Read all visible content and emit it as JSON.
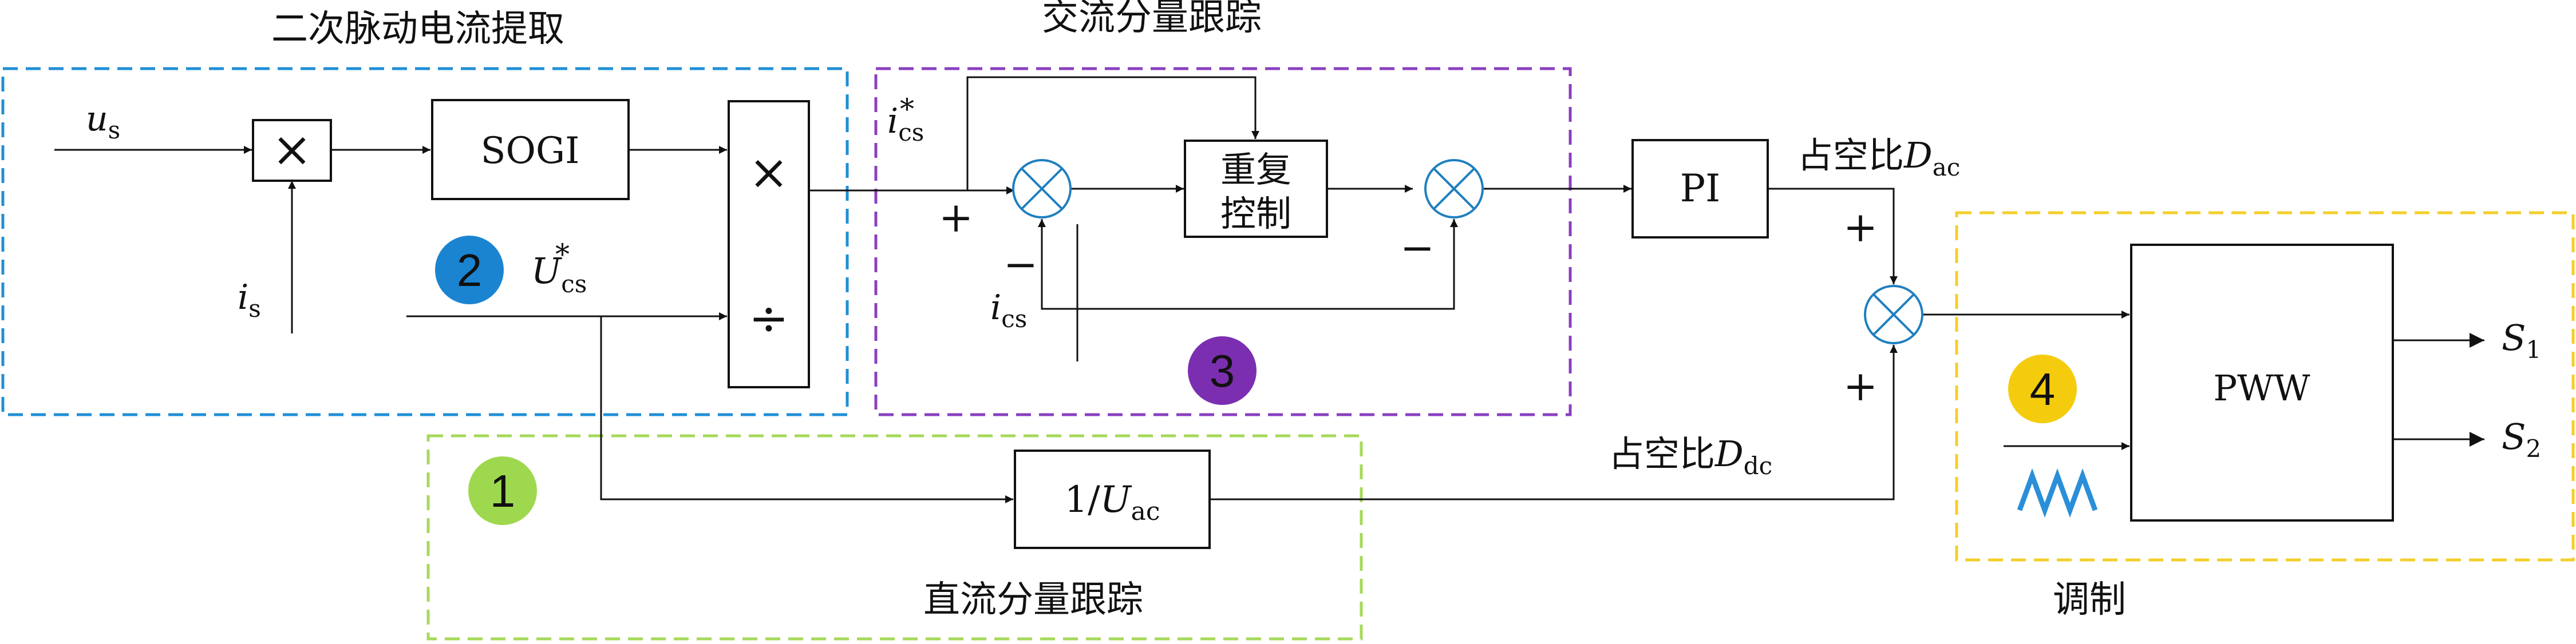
{
  "regions": {
    "ripple_extraction": "二次脉动电流提取",
    "ac_tracking": "交流分量跟踪",
    "dc_tracking": "直流分量跟踪",
    "modulation": "调制"
  },
  "blocks": {
    "multiply": "×",
    "sogi": "SOGI",
    "mul_symbol": "×",
    "div_symbol": "÷",
    "repetitive_line1": "重复",
    "repetitive_line2": "控制",
    "pi": "PI",
    "inv_uac_prefix": "1/",
    "inv_uac_var": "U",
    "inv_uac_sub": "ac",
    "pwm": "PWW"
  },
  "signals": {
    "us_var": "u",
    "us_sub": "s",
    "is_var": "i",
    "is_sub": "s",
    "ucs_var": "U",
    "ucs_sub": "cs",
    "ucs_sup": "*",
    "icsref_var": "i",
    "icsref_sub": "cs",
    "icsref_sup": "*",
    "ics_var": "i",
    "ics_sub": "cs",
    "dac_text": "占空比",
    "dac_var": "D",
    "dac_sub": "ac",
    "ddc_text": "占空比",
    "ddc_var": "D",
    "ddc_sub": "dc",
    "s1_var": "S",
    "s1_sub": "1",
    "s2_var": "S",
    "s2_sub": "2"
  },
  "signs": {
    "plus": "+",
    "minus": "−"
  },
  "badges": [
    {
      "label": "1",
      "color": "#9ed84e"
    },
    {
      "label": "2",
      "color": "#1a84d1"
    },
    {
      "label": "3",
      "color": "#7b2fb0"
    },
    {
      "label": "4",
      "color": "#f4cc0d"
    }
  ],
  "colors": {
    "region_ripple": "#1f8fd6",
    "region_ac": "#8a3fc0",
    "region_dc": "#a5d95a",
    "region_mod": "#f3cf2a",
    "carrier": "#2a8fd8",
    "sum_junction": "#1f7fc0"
  }
}
